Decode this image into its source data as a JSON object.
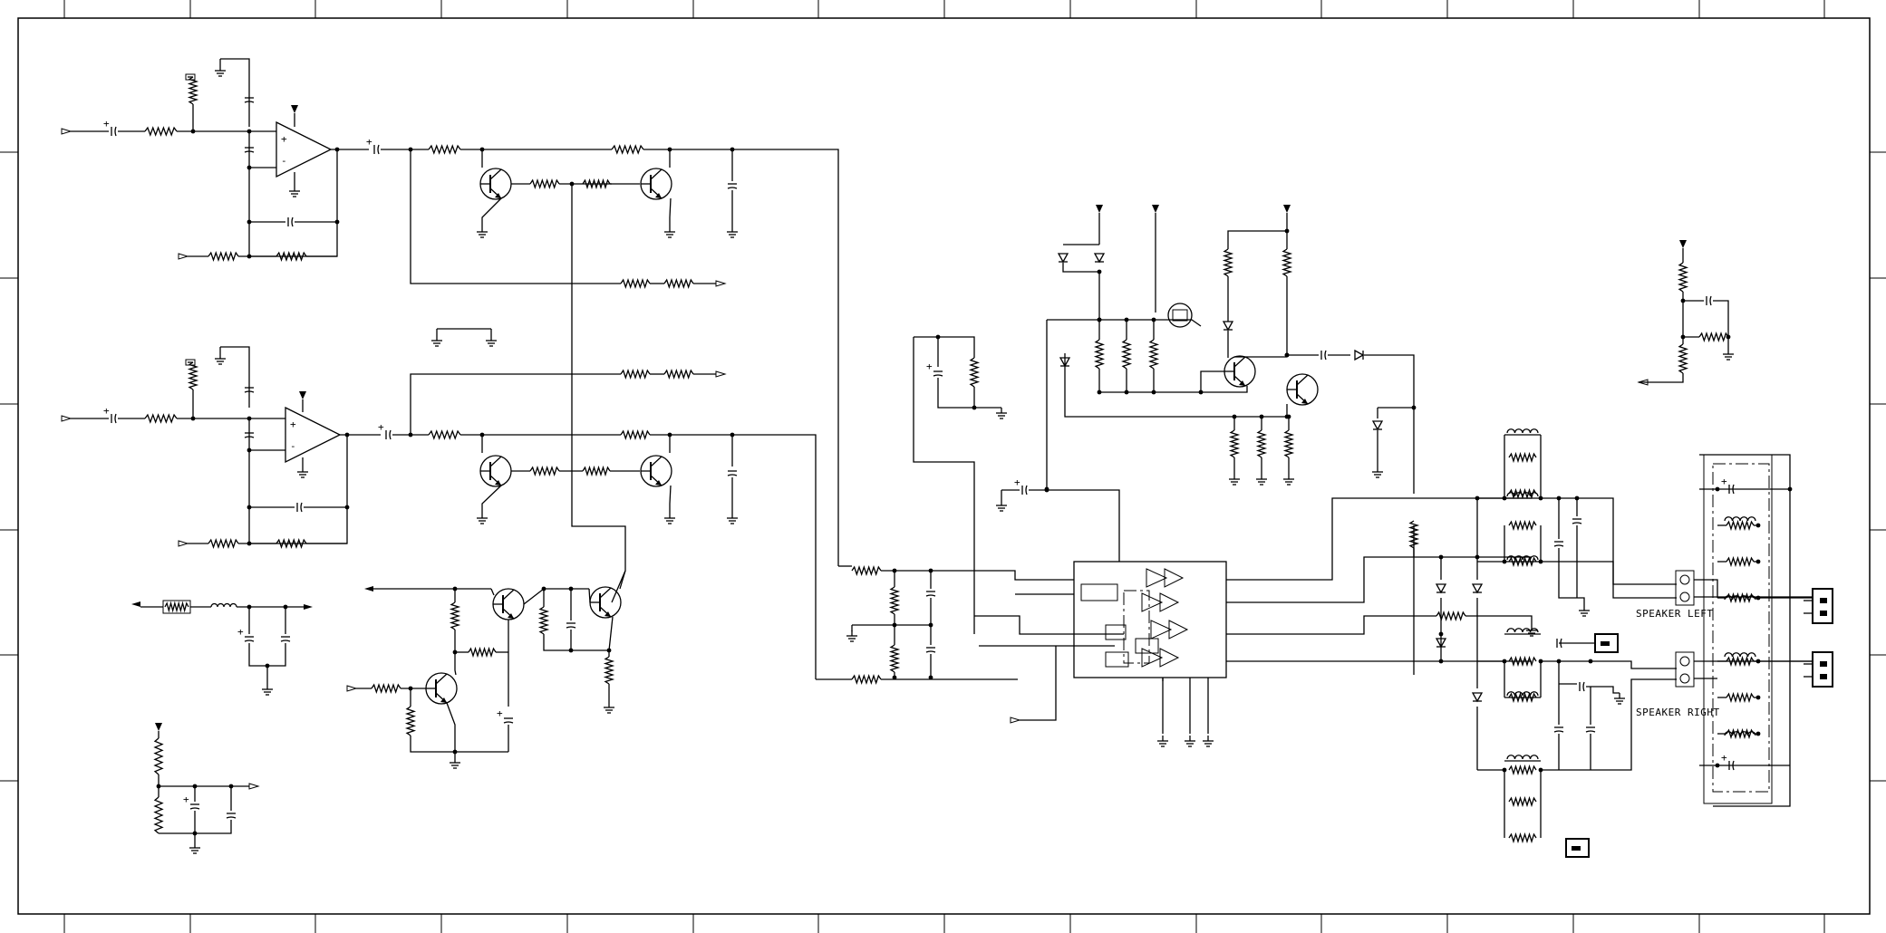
{
  "diagram": {
    "type": "electronic-schematic",
    "labels": {
      "speaker_left": "SPEAKER LEFT",
      "speaker_right": "SPEAKER RIGHT"
    },
    "symbols": [
      "op-amp",
      "npn-transistor",
      "pnp-transistor",
      "resistor",
      "capacitor",
      "electrolytic-capacitor",
      "inductor",
      "diode",
      "ground",
      "supply-arrow",
      "signal-input-arrow",
      "signal-output-arrow",
      "amplifier-ic",
      "speaker-connector"
    ]
  }
}
